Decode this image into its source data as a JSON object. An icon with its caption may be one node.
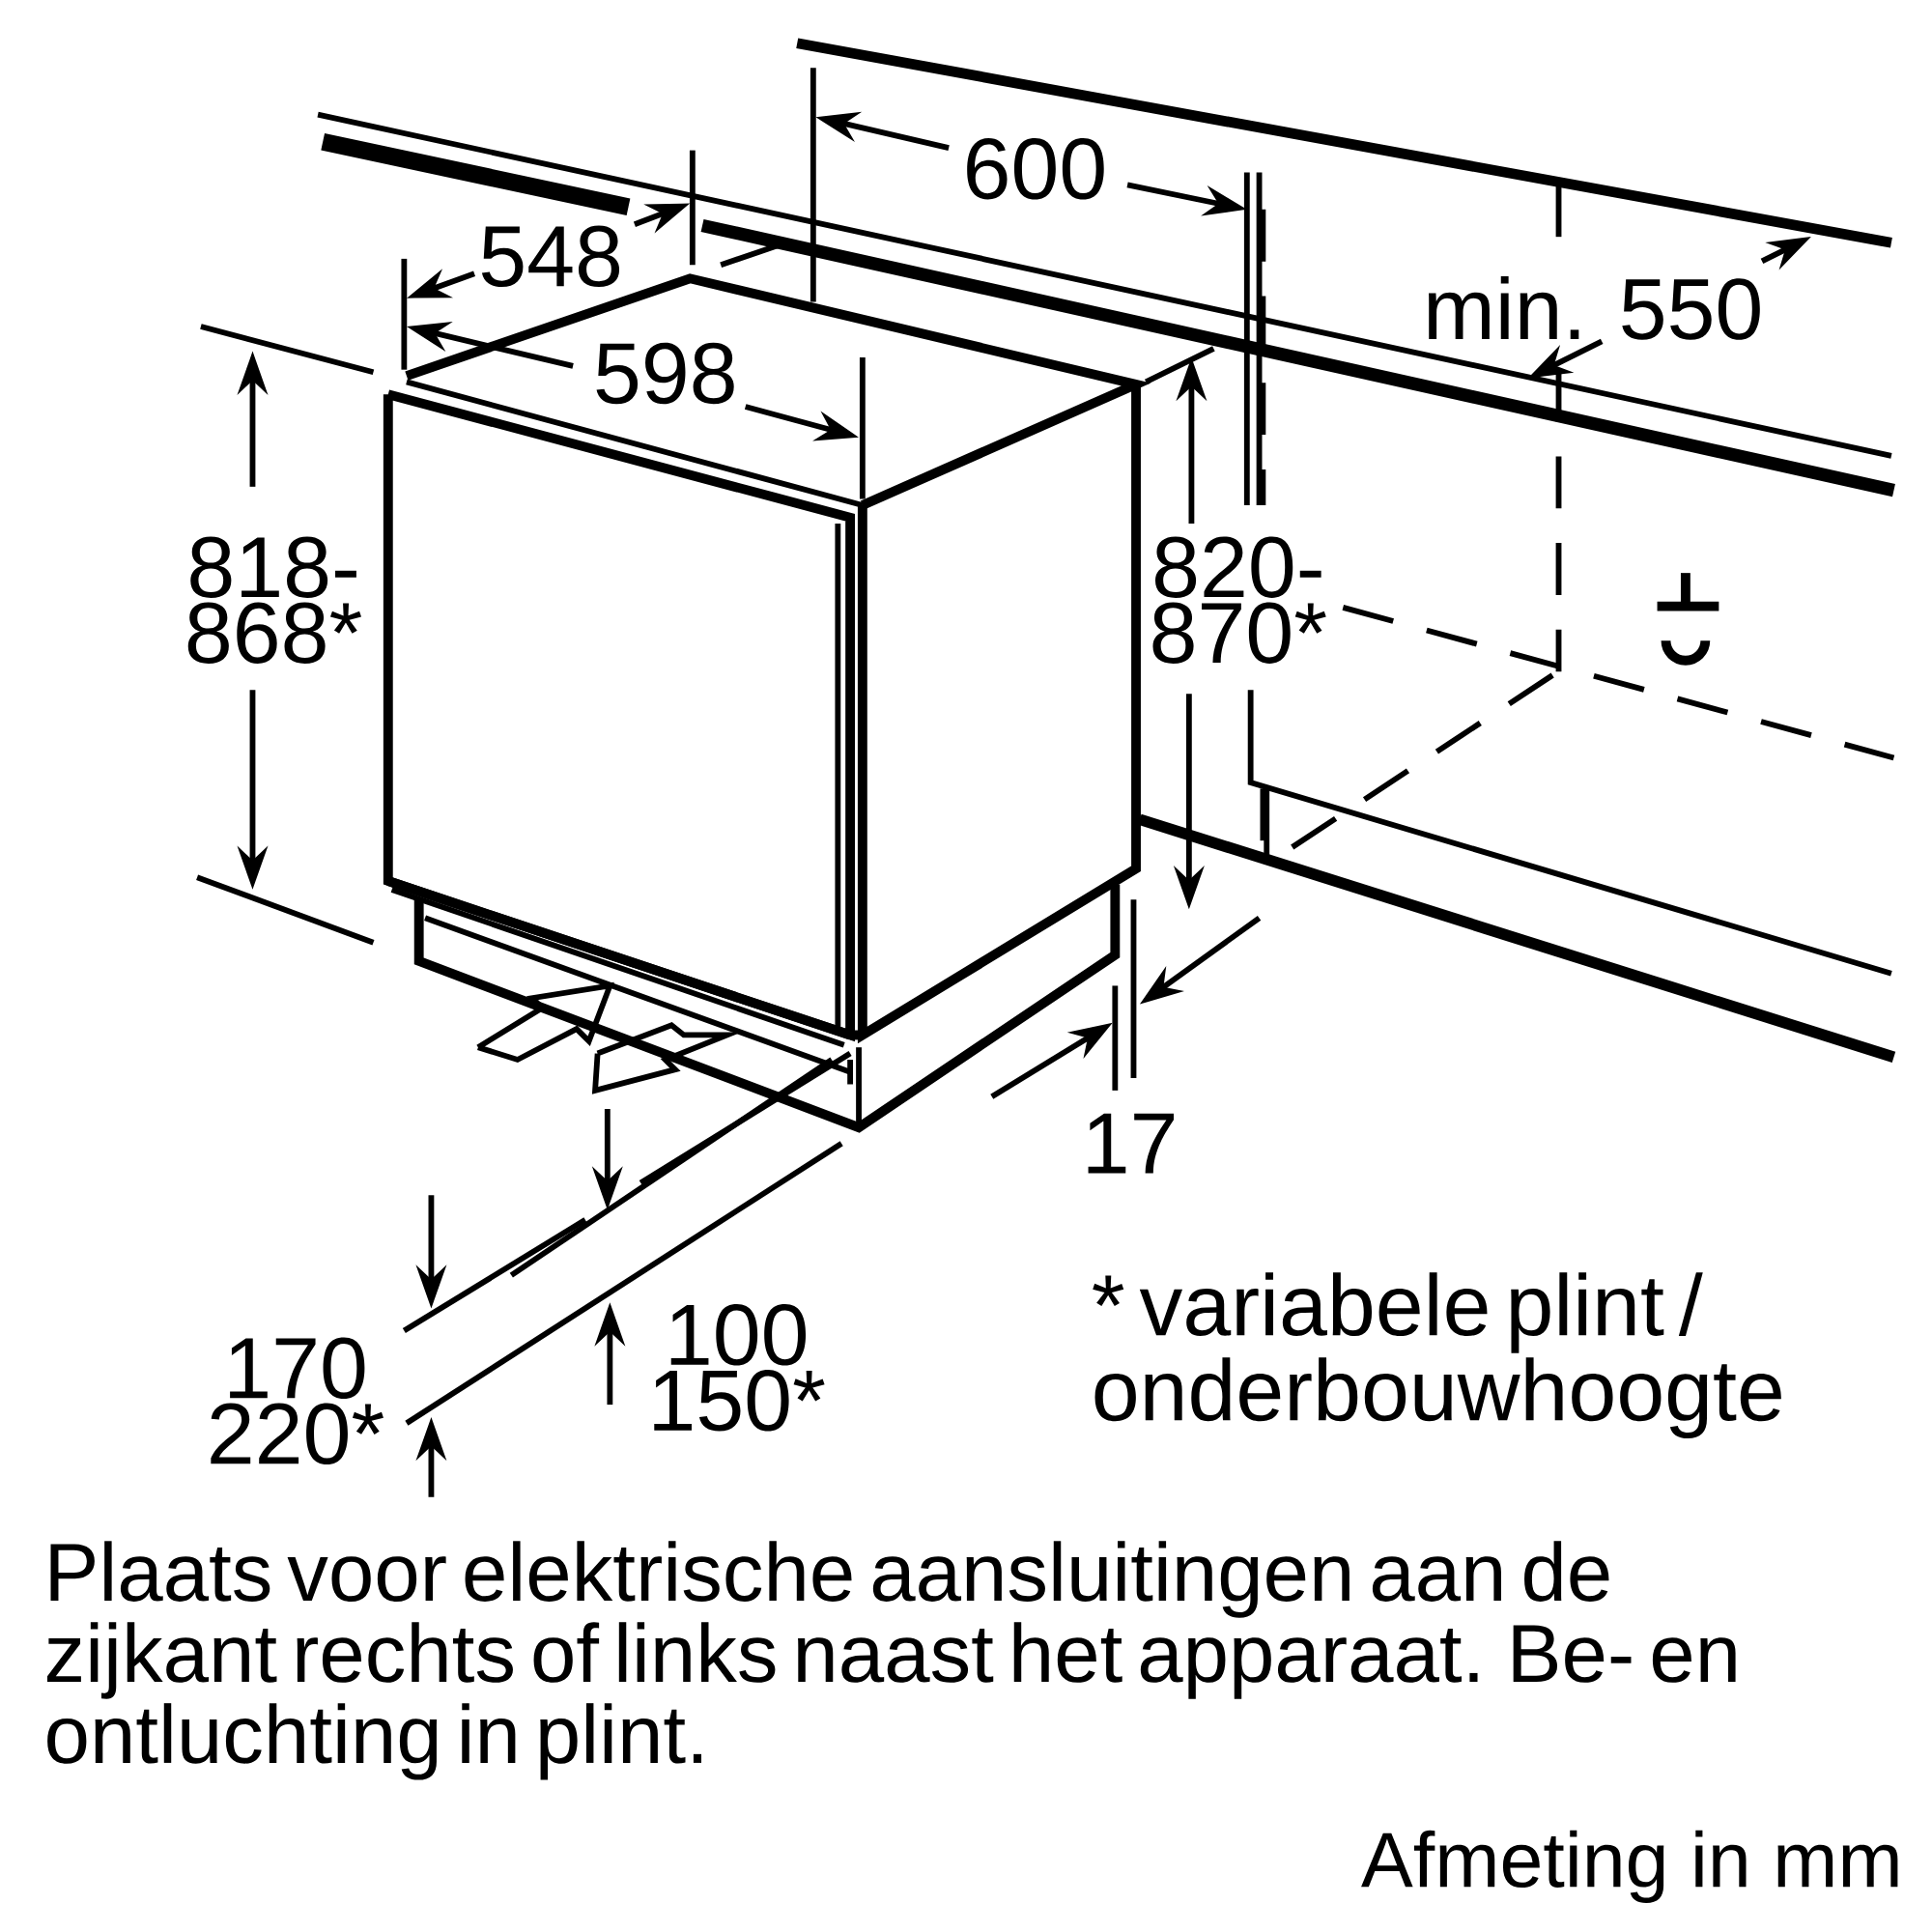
{
  "diagram": {
    "labels": [
      "600",
      "548",
      "min. 550",
      "598",
      "818- 868*",
      "820- 870*",
      "17",
      "170 220*",
      "100 150*",
      "* variabele plint / onderbouwhoogte",
      "Plaats voor elektrische aansluitingen aan de zijkant rechts of links naast het apparaat. Be- en ontluchting in plint.",
      "Afmeting in mm"
    ]
  }
}
